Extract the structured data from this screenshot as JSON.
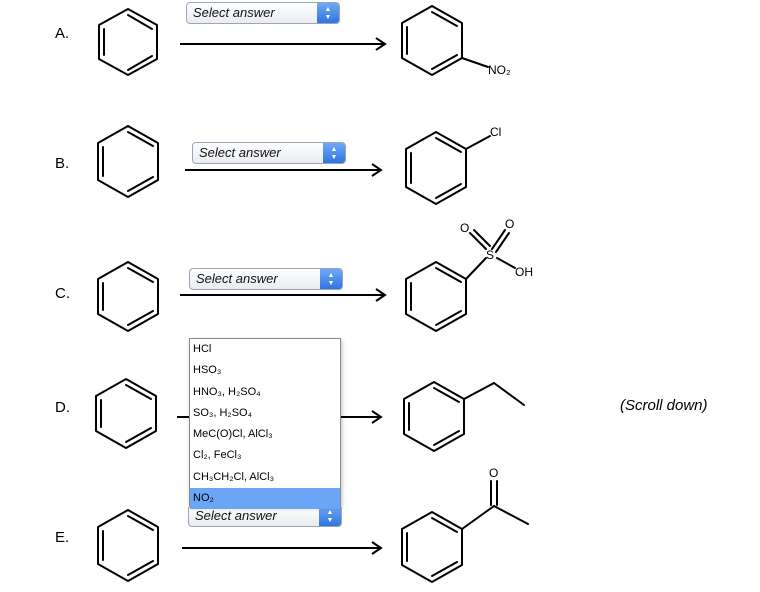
{
  "rows": [
    {
      "label": "A.",
      "select": "Select answer"
    },
    {
      "label": "B.",
      "select": "Select answer"
    },
    {
      "label": "C.",
      "select": "Select answer"
    },
    {
      "label": "D.",
      "select": ""
    },
    {
      "label": "E.",
      "select": "Select answer"
    }
  ],
  "substituents": {
    "no2": "NO₂",
    "cl": "Cl",
    "so3h_o1": "O",
    "so3h_o2": "O",
    "so3h_s": "S",
    "so3h_oh": "OH",
    "acetyl_o": "O"
  },
  "dropdown_options": [
    "HCl",
    "HSO₃",
    "HNO₃, H₂SO₄",
    "SO₃, H₂SO₄",
    "MeC(O)Cl, AlCl₃",
    "Cl₂, FeCl₃",
    "CH₃CH₂Cl, AlCl₃",
    "NO₂"
  ],
  "dropdown_selected_index": 7,
  "scroll_note": "(Scroll down)",
  "colors": {
    "accent": "#2f74e0",
    "selected_option": "#6aa6f5"
  }
}
